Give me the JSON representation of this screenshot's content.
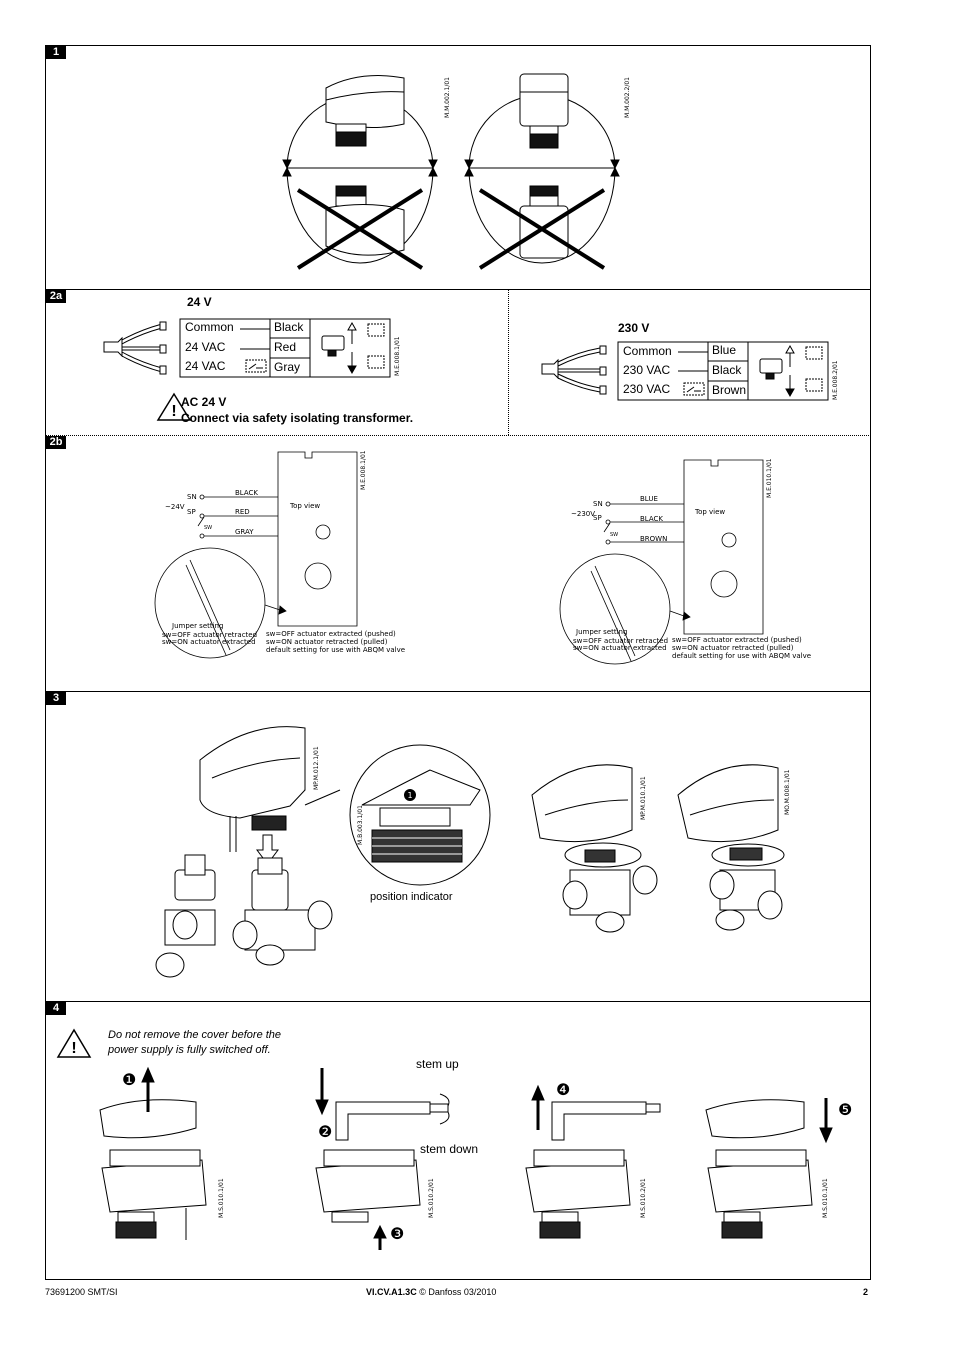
{
  "sections": {
    "s1": "1",
    "s2a": "2a",
    "s2b": "2b",
    "s3": "3",
    "s4": "4"
  },
  "s1": {
    "code_left": "M.M.002.1/01",
    "code_right": "M.M.002.2/01"
  },
  "s2a": {
    "left": {
      "voltage": "24 V",
      "rows": [
        [
          "Common",
          "Black"
        ],
        [
          "24 VAC",
          "Red"
        ],
        [
          "24 VAC",
          "Gray"
        ]
      ],
      "code": "M.E.008.1/01"
    },
    "right": {
      "voltage": "230 V",
      "rows": [
        [
          "Common",
          "Blue"
        ],
        [
          "230 VAC",
          "Black"
        ],
        [
          "230 VAC",
          "Brown"
        ]
      ],
      "code": "M.E.008.2/01"
    },
    "warning_title": "AC 24 V",
    "warning_text": "Connect via safety isolating transformer."
  },
  "s2b": {
    "left": {
      "supply": "~24V",
      "sn": "SN",
      "sp": "SP",
      "sw": "SW",
      "wires": [
        "BLACK",
        "RED",
        "GRAY"
      ],
      "top_view": "Top view",
      "jumper": "Jumper setting",
      "sw_off": "sw=OFF actuator retracted",
      "sw_on": "sw=ON  actuator extracted",
      "note1": "sw=OFF actuator extracted (pushed)",
      "note2": "sw=ON  actuator retracted (pulled)",
      "note3": "default setting for use with ABQM valve",
      "code": "M.E.008.1/01"
    },
    "right": {
      "supply": "~230V",
      "sn": "SN",
      "sp": "SP",
      "sw": "SW",
      "wires": [
        "BLUE",
        "BLACK",
        "BROWN"
      ],
      "top_view": "Top view",
      "jumper": "Jumper setting",
      "sw_off": "sw=OFF actuator retracted",
      "sw_on": "sw=ON  actuator extracted",
      "note1": "sw=OFF actuator extracted (pushed)",
      "note2": "sw=ON  actuator retracted (pulled)",
      "note3": "default setting for use with ABQM valve",
      "code": "M.E.010.1/01"
    }
  },
  "s3": {
    "position_indicator": "position indicator",
    "codes": [
      "MP.M.012.1/01",
      "M.B.003.1/01",
      "MP.M.010.1/01",
      "MO.M.008.1/01"
    ]
  },
  "s4": {
    "warning": "Do not remove the cover before the power supply is fully switched off.",
    "stem_up": "stem up",
    "stem_down": "stem down",
    "steps": [
      "❶",
      "❷",
      "❸",
      "❹",
      "❺"
    ],
    "codes": [
      "M.S.010.1/01",
      "M.S.010.2/01",
      "M.S.010.2/01",
      "M.S.010.1/01"
    ]
  },
  "footer": {
    "left": "73691200 SMT/SI",
    "center_bold": "VI.CV.A1.3C",
    "center_rest": "© Danfoss 03/2010",
    "page": "2"
  }
}
